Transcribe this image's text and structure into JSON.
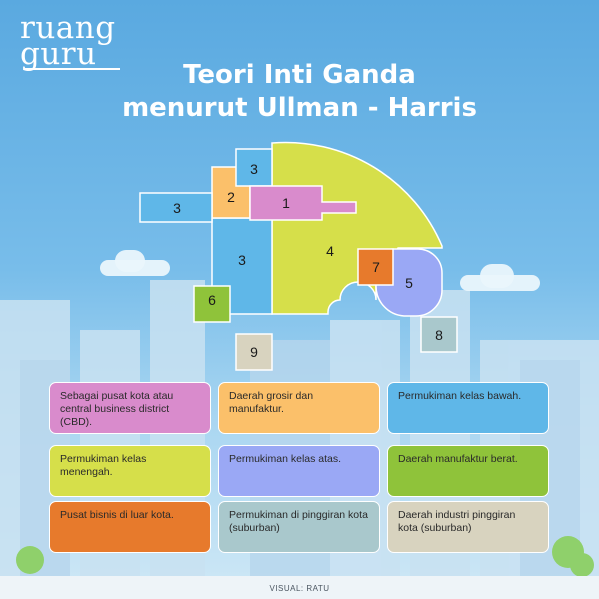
{
  "brand": {
    "line1": "ruang",
    "line2": "guru"
  },
  "title": {
    "line1": "Teori Inti Ganda",
    "line2": "menurut Ullman - Harris"
  },
  "zones": [
    {
      "label": "1",
      "color": "#d98bcc"
    },
    {
      "label": "2",
      "color": "#fbc06a"
    },
    {
      "label": "3",
      "color": "#5fb7e8"
    },
    {
      "label": "4",
      "color": "#d6df4a"
    },
    {
      "label": "5",
      "color": "#9aa8f5"
    },
    {
      "label": "6",
      "color": "#8fc33a"
    },
    {
      "label": "7",
      "color": "#e77a2c"
    },
    {
      "label": "8",
      "color": "#a9c8cc"
    },
    {
      "label": "9",
      "color": "#d8d3bf"
    }
  ],
  "legend": [
    {
      "text": "Sebagai pusat kota atau central business district (CBD).",
      "color": "#d98bcc"
    },
    {
      "text": "Daerah grosir dan manufaktur.",
      "color": "#fbc06a"
    },
    {
      "text": "Permukiman kelas bawah.",
      "color": "#5fb7e8"
    },
    {
      "text": "Permukiman kelas menengah.",
      "color": "#d6df4a"
    },
    {
      "text": "Permukiman kelas atas.",
      "color": "#9aa8f5"
    },
    {
      "text": "Daerah manufaktur berat.",
      "color": "#8fc33a"
    },
    {
      "text": "Pusat bisnis di luar kota.",
      "color": "#e77a2c"
    },
    {
      "text": "Permukiman di pinggiran kota (suburban)",
      "color": "#a9c8cc"
    },
    {
      "text": "Daerah industri pinggiran kota (suburban)",
      "color": "#d8d3bf"
    }
  ],
  "credit": "VISUAL: RATU"
}
